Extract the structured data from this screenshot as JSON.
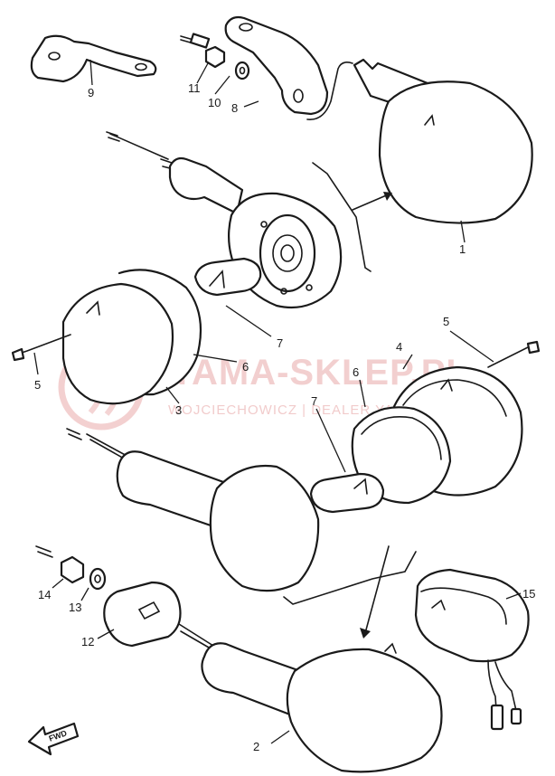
{
  "diagram": {
    "callouts": {
      "c1": "1",
      "c2": "2",
      "c3": "3",
      "c4": "4",
      "c5a": "5",
      "c5b": "5",
      "c6a": "6",
      "c6b": "6",
      "c7a": "7",
      "c7b": "7",
      "c8": "8",
      "c9": "9",
      "c10": "10",
      "c11": "11",
      "c12": "12",
      "c13": "13",
      "c14": "14",
      "c15": "15"
    },
    "fwd_label": "FWD"
  },
  "watermark": {
    "title": "YAMA-SKLEP.PL",
    "subtitle": "WOJCIECHOWICZ | DEALER YAMAHA"
  },
  "colors": {
    "line": "#1a1a1a",
    "watermark": "#e9a9a9"
  }
}
